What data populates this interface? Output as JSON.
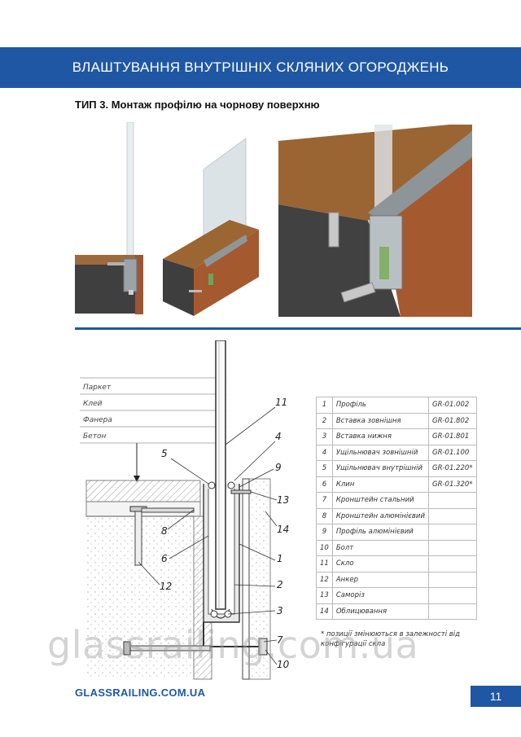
{
  "header": {
    "title": "ВЛАШТУВАННЯ ВНУТРІШНІХ СКЛЯНИХ ОГОРОДЖЕНЬ"
  },
  "subtitle": "ТИП 3. Монтаж профілю на чорнову поверхню",
  "layers": [
    "Паркет",
    "Клей",
    "Фанера",
    "Бетон"
  ],
  "callouts": [
    "11",
    "4",
    "5",
    "9",
    "13",
    "14",
    "8",
    "6",
    "1",
    "12",
    "2",
    "3",
    "7",
    "10"
  ],
  "parts": [
    {
      "n": "1",
      "name": "Профіль",
      "code": "GR-01.002"
    },
    {
      "n": "2",
      "name": "Вставка зовнішня",
      "code": "GR-01.802"
    },
    {
      "n": "3",
      "name": "Вставка нижня",
      "code": "GR-01.801"
    },
    {
      "n": "4",
      "name": "Ущільнювач зовнішній",
      "code": "GR-01.100"
    },
    {
      "n": "5",
      "name": "Ущільнювач внутрішній",
      "code": "GR-01.220*"
    },
    {
      "n": "6",
      "name": "Клин",
      "code": "GR-01.320*"
    },
    {
      "n": "7",
      "name": "Кронштейн стальний",
      "code": ""
    },
    {
      "n": "8",
      "name": "Кронштейн алюмінієвий",
      "code": ""
    },
    {
      "n": "9",
      "name": "Профіль алюмінієвий",
      "code": ""
    },
    {
      "n": "10",
      "name": "Болт",
      "code": ""
    },
    {
      "n": "11",
      "name": "Скло",
      "code": ""
    },
    {
      "n": "12",
      "name": "Анкер",
      "code": ""
    },
    {
      "n": "13",
      "name": "Саморіз",
      "code": ""
    },
    {
      "n": "14",
      "name": "Облицювання",
      "code": ""
    }
  ],
  "note": "* позиції змінюються в залежності від конфігурації скла",
  "watermark": "glassrailing.com.ua",
  "footer": {
    "site": "GLASSRAILING.COM.UA",
    "page": "11"
  },
  "colors": {
    "brand_blue": "#1f57a4",
    "wood": "#8b5a2b",
    "concrete": "#4a4a4a",
    "cladding": "#a0522d"
  }
}
